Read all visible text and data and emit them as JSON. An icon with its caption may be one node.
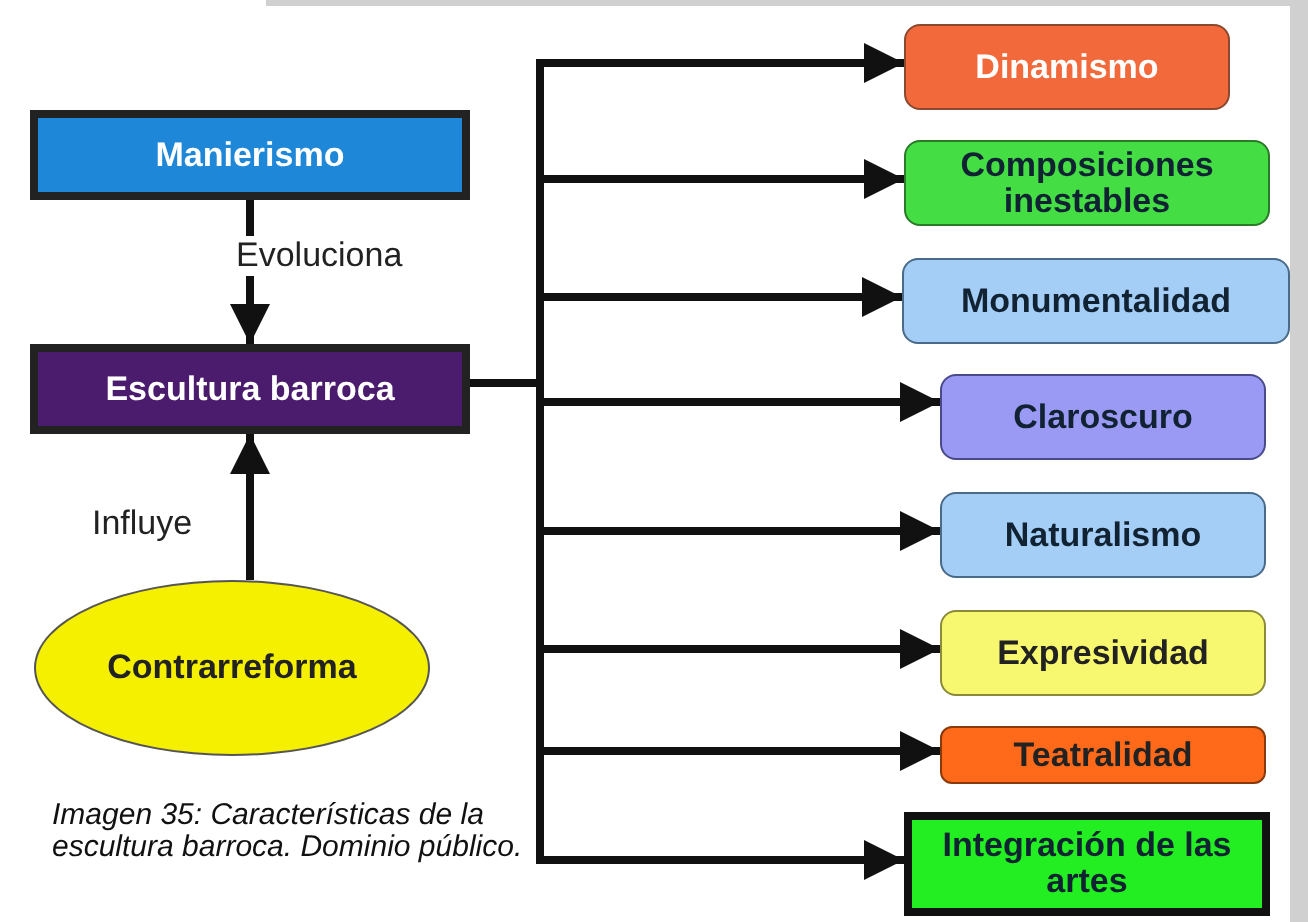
{
  "diagram": {
    "caption": "Imagen 35: Características de la escultura barroca. Dominio público.",
    "nodes": [
      {
        "text": [
          "Manierismo"
        ]
      },
      {
        "text": [
          "Escultura barroca"
        ]
      },
      {
        "text": [
          "Contrarreforma"
        ]
      },
      {
        "text": [
          "Dinamismo"
        ]
      },
      {
        "text": [
          "Composiciones inestables"
        ]
      },
      {
        "text": [
          "Monumentalidad"
        ]
      },
      {
        "text": [
          "Claroscuro"
        ]
      },
      {
        "text": [
          "Naturalismo"
        ]
      },
      {
        "text": [
          "Expresividad"
        ]
      },
      {
        "text": [
          "Teatralidad"
        ]
      },
      {
        "text": [
          "Integración de las artes"
        ]
      }
    ],
    "edges": [
      {
        "from": 0,
        "to": 1,
        "arrow": "to",
        "label": "Evoluciona"
      },
      {
        "from": 2,
        "to": 1,
        "arrow": "to",
        "label": "Influye"
      },
      {
        "from": 1,
        "to": 3,
        "arrow": "to"
      },
      {
        "from": 1,
        "to": 4,
        "arrow": "to"
      },
      {
        "from": 1,
        "to": 5,
        "arrow": "to"
      },
      {
        "from": 1,
        "to": 6,
        "arrow": "to"
      },
      {
        "from": 1,
        "to": 7,
        "arrow": "to"
      },
      {
        "from": 1,
        "to": 8,
        "arrow": "to"
      },
      {
        "from": 1,
        "to": 9,
        "arrow": "to"
      },
      {
        "from": 1,
        "to": 10,
        "arrow": "to"
      }
    ]
  }
}
